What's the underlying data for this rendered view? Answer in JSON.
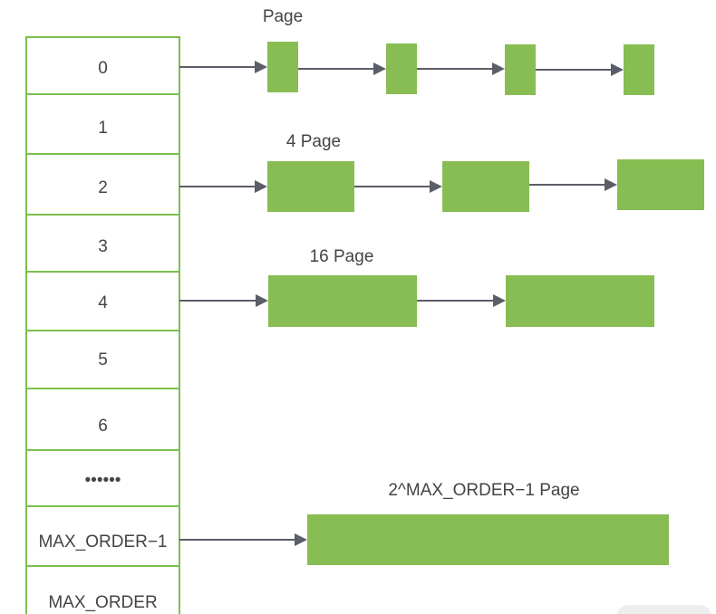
{
  "order_table": {
    "cells": [
      {
        "label": "0"
      },
      {
        "label": "1"
      },
      {
        "label": "2"
      },
      {
        "label": "3"
      },
      {
        "label": "4"
      },
      {
        "label": "5"
      },
      {
        "label": "6"
      },
      {
        "label": "••••••"
      },
      {
        "label": "MAX_ORDER−1"
      },
      {
        "label": "MAX_ORDER"
      }
    ]
  },
  "free_lists": [
    {
      "order_label": "0",
      "group_label": "Page",
      "block_count": 4
    },
    {
      "order_label": "2",
      "group_label": "4 Page",
      "block_count": 3
    },
    {
      "order_label": "4",
      "group_label": "16 Page",
      "block_count": 2
    },
    {
      "order_label": "MAX_ORDER−1",
      "group_label": "2^MAX_ORDER−1 Page",
      "block_count": 1
    }
  ],
  "colors": {
    "block_fill": "#87bd53",
    "table_border": "#7cbf4f",
    "arrow": "#5b5e68",
    "text": "#444444"
  }
}
